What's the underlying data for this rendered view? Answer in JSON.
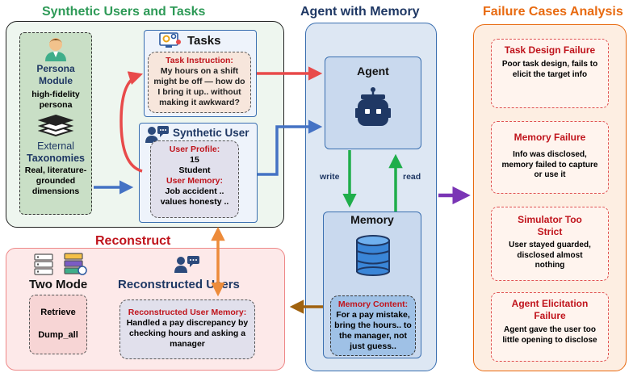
{
  "titles": {
    "synthetic": "Synthetic Users and Tasks",
    "agent_memory": "Agent with Memory",
    "failure": "Failure Cases Analysis"
  },
  "colors": {
    "green": "#2e9a57",
    "navy": "#1f3864",
    "orange": "#e86a10",
    "red_text": "#c0141c",
    "arrow_red": "#e84a4a",
    "arrow_blue": "#4472c4",
    "arrow_green": "#1fae4b",
    "arrow_orange": "#ed8b3a",
    "arrow_brown": "#a0620e",
    "arrow_purple": "#7a35b5"
  },
  "persona": {
    "title": "Persona",
    "module": "Module",
    "desc": "high-fidelity persona",
    "icon": "person-icon"
  },
  "taxonomy": {
    "line1": "External",
    "line2": "Taxonomies",
    "desc": "Real, literature-grounded dimensions",
    "icon": "layers-icon"
  },
  "tasks": {
    "title": "Tasks",
    "instruction_label": "Task Instruction:",
    "instruction_text": "My hours on a shift might be off — how do I bring it up.. without making it awkward?",
    "icon": "gears-monitor-icon"
  },
  "synthetic_user": {
    "title": "Synthetic User",
    "profile_label": "User Profile:",
    "profile_age": "15",
    "profile_role": "Student",
    "memory_label": "User Memory:",
    "memory_text": "Job accident .. values honesty ..",
    "icon": "user-chat-icon"
  },
  "agent": {
    "title": "Agent",
    "icon": "robot-icon"
  },
  "arrows": {
    "write": "write",
    "read": "read"
  },
  "memory": {
    "title": "Memory",
    "content_label": "Memory Content:",
    "content_text": "For a pay mistake, bring the hours.. to the manager, not just guess..",
    "icon": "database-icon"
  },
  "reconstruct": {
    "title": "Reconstruct",
    "two_mode": "Two Mode",
    "retrieve": "Retrieve",
    "dump_all": "Dump_all",
    "users_title": "Reconstructed Users",
    "mem_label": "Reconstructed User Memory:",
    "mem_text": "Handled a pay discrepancy by checking hours and asking a manager",
    "icon_server": "server-icon",
    "icon_users": "user-chat-icon"
  },
  "failures": [
    {
      "title": "Task Design Failure",
      "desc": "Poor task design, fails to elicit the target info"
    },
    {
      "title": "Memory Failure",
      "desc": "Info was disclosed, memory failed to capture or use it"
    },
    {
      "title": "Simulator Too Strict",
      "desc": "User stayed guarded, disclosed almost nothing"
    },
    {
      "title": "Agent Elicitation Failure",
      "desc": "Agent gave the user too little opening to disclose"
    }
  ]
}
